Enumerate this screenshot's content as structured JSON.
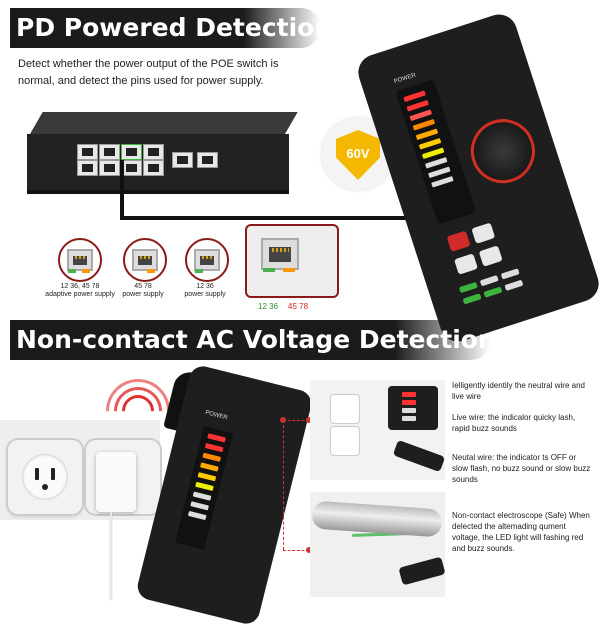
{
  "section1": {
    "title": "PD Powered Detection",
    "intro": "Detect whether the power output of the POE switch is normal, and detect the pins used for power supply."
  },
  "shield": {
    "label": "60V",
    "color": "#f5b800"
  },
  "pin_groups": [
    {
      "pins": "12 36,  45 78",
      "label": "adaptive power supply"
    },
    {
      "pins": "45 78",
      "label": "power supply"
    },
    {
      "pins": "12 36",
      "label": "power supply"
    }
  ],
  "zoom": {
    "pins_green": "12 36",
    "pins_red": "45 78"
  },
  "device": {
    "power_label": "POWER"
  },
  "section2": {
    "title": "Non-contact AC  Voltage Detection"
  },
  "notes": {
    "neutral_live": "Ielligently identily the neutral wire and live wire",
    "live_wire": "Live wire: the indicalor quicky lash, rapid buzz sounds",
    "neutral_wire": "Neutal wire: the indicator ts OFF or slow flash, no buzz sound or slow buzz sounds",
    "non_contact": "Non-contact electroscope (Safe) When delected the altemading qument voltage, the LED light will fashing red and buzz sounds."
  },
  "colors": {
    "banner": "#1b1b1b",
    "accent_red": "#d02a2a",
    "accent_green": "#3db53d"
  }
}
